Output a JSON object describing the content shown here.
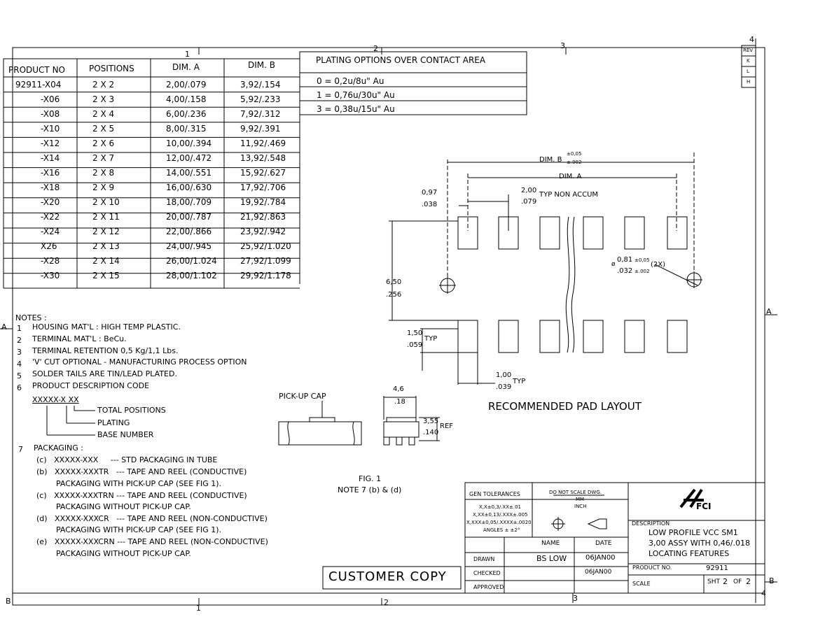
{
  "zones": {
    "top": [
      "1",
      "2",
      "3",
      "4"
    ],
    "bottom": [
      "1",
      "2",
      "3",
      "4"
    ],
    "left": [
      "A",
      "B"
    ],
    "right": [
      "A",
      "B"
    ]
  },
  "rev_table": {
    "rows": [
      "REV",
      "K",
      "L",
      "H"
    ]
  },
  "product_table": {
    "headers": [
      "PRODUCT NO",
      "POSITIONS",
      "DIM. A",
      "DIM. B"
    ],
    "rows": [
      [
        "92911-X04",
        "2 X 2",
        "2,00/.079",
        "3,92/.154"
      ],
      [
        "-X06",
        "2 X 3",
        "4,00/.158",
        "5,92/.233"
      ],
      [
        "-X08",
        "2 X 4",
        "6,00/.236",
        "7,92/.312"
      ],
      [
        "-X10",
        "2 X 5",
        "8,00/.315",
        "9,92/.391"
      ],
      [
        "-X12",
        "2 X 6",
        "10,00/.394",
        "11,92/.469"
      ],
      [
        "-X14",
        "2 X 7",
        "12,00/.472",
        "13,92/.548"
      ],
      [
        "-X16",
        "2 X 8",
        "14,00/.551",
        "15,92/.627"
      ],
      [
        "-X18",
        "2 X 9",
        "16,00/.630",
        "17,92/.706"
      ],
      [
        "-X20",
        "2 X 10",
        "18,00/.709",
        "19,92/.784"
      ],
      [
        "-X22",
        "2 X 11",
        "20,00/.787",
        "21,92/.863"
      ],
      [
        "-X24",
        "2 X 12",
        "22,00/.866",
        "23,92/.942"
      ],
      [
        "X26",
        "2 X 13",
        "24,00/.945",
        "25,92/1.020"
      ],
      [
        "-X28",
        "2 X 14",
        "26,00/1.024",
        "27,92/1.099"
      ],
      [
        "-X30",
        "2 X 15",
        "28,00/1.102",
        "29,92/1.178"
      ]
    ]
  },
  "plating_table": {
    "title": "PLATING OPTIONS OVER CONTACT AREA",
    "rows": [
      "0 = 0,2u/8u\" Au",
      "1 = 0,76u/30u\" Au",
      "3 = 0,38u/15u\" Au"
    ]
  },
  "notes": {
    "heading": "NOTES :",
    "items": [
      {
        "num": "1",
        "text": "HOUSING MAT'L : HIGH TEMP PLASTIC."
      },
      {
        "num": "2",
        "text": "TERMINAL MAT'L : BeCu."
      },
      {
        "num": "3",
        "text": "TERMINAL RETENTION 0,5 Kg/1,1 Lbs."
      },
      {
        "num": "4",
        "text": "'V' CUT OPTIONAL - MANUFACTURING PROCESS OPTION"
      },
      {
        "num": "5",
        "text": "SOLDER TAILS ARE TIN/LEAD PLATED."
      },
      {
        "num": "6",
        "text": "PRODUCT DESCRIPTION CODE"
      }
    ],
    "code": "XXXXX-X XX",
    "code_labels": [
      "TOTAL POSITIONS",
      "PLATING",
      "BASE NUMBER"
    ],
    "packaging_num": "7",
    "packaging_heading": "PACKAGING :",
    "packaging_lines": [
      "(c)   XXXXX-XXX     --- STD PACKAGING IN TUBE",
      "(b)   XXXXX-XXXTR   --- TAPE AND REEL (CONDUCTIVE)",
      "PACKAGING WITH PICK-UP CAP (SEE FIG 1).",
      "(c)   XXXXX-XXXTRN --- TAPE AND REEL (CONDUCTIVE)",
      "PACKAGING WITHOUT PICK-UP CAP.",
      "(d)   XXXXX-XXXCR   --- TAPE AND REEL (NON-CONDUCTIVE)",
      "PACKAGING WITH PICK-UP CAP (SEE FIG 1).",
      "(e)   XXXXX-XXXCRN --- TAPE AND REEL (NON-CONDUCTIVE)",
      "PACKAGING WITHOUT PICK-UP CAP."
    ]
  },
  "fig1": {
    "pick_up_cap": "PICK-UP CAP",
    "dim_top_1": "4,6",
    "dim_top_2": ".18",
    "dim_side_1": "3,55",
    "dim_side_2": ".140",
    "ref": "REF",
    "caption_1": "FIG. 1",
    "caption_2": "NOTE 7 (b) & (d)"
  },
  "pad_layout": {
    "title": "RECOMMENDED PAD LAYOUT",
    "dim_b": "DIM. B",
    "dim_b_tol_plus": "±0,05",
    "dim_b_tol_inch": "±.002",
    "dim_a": "DIM. A",
    "pitch_mm": "2,00",
    "pitch_in": ".079",
    "pitch_note": "TYP NON ACCUM",
    "edge_mm": "0,97",
    "edge_in": ".038",
    "height_mm": "6,50",
    "height_in": ".256",
    "pad_len_mm": "1,50",
    "pad_len_in": ".059",
    "typ": "TYP",
    "pad_w_mm": "1,00",
    "pad_w_in": ".039",
    "typ2": "TYP",
    "hole_prefix": "ø",
    "hole_mm": "0,81",
    "hole_tol_mm": "±0,05",
    "hole_in": ".032",
    "hole_tol_in": "±.002",
    "hole_qty": "(2X)"
  },
  "title_block": {
    "gen_tol_title": "GEN TOLERANCES",
    "gen_tol_lines": [
      "X,X±0,3/.XX±.01",
      "X,XX±0,13/.XXX±.005",
      "X,XXX±0,05/.XXXX±.0020",
      "ANGLES ± ±2°"
    ],
    "dont_scale": "DO NOT SCALE DWG.",
    "mm": "MM",
    "inch": "INCH",
    "name_hdr": "NAME",
    "date_hdr": "DATE",
    "drawn_label": "DRAWN",
    "drawn_name": "BS LOW",
    "drawn_date": "06JAN00",
    "checked_label": "CHECKED",
    "checked_date": "06JAN00",
    "approved_label": "APPROVED",
    "logo": "FCI",
    "description_label": "DESCRIPTION",
    "description_lines": [
      "LOW PROFILE VCC SM1",
      "3,00 ASSY WITH 0,46/.018",
      "LOCATING FEATURES"
    ],
    "product_no_label": "PRODUCT NO.",
    "product_no": "92911",
    "scale_label": "SCALE",
    "sht_label": "SHT",
    "sht": "2",
    "of_label": "OF",
    "of": "2"
  },
  "stamp": "CUSTOMER COPY"
}
